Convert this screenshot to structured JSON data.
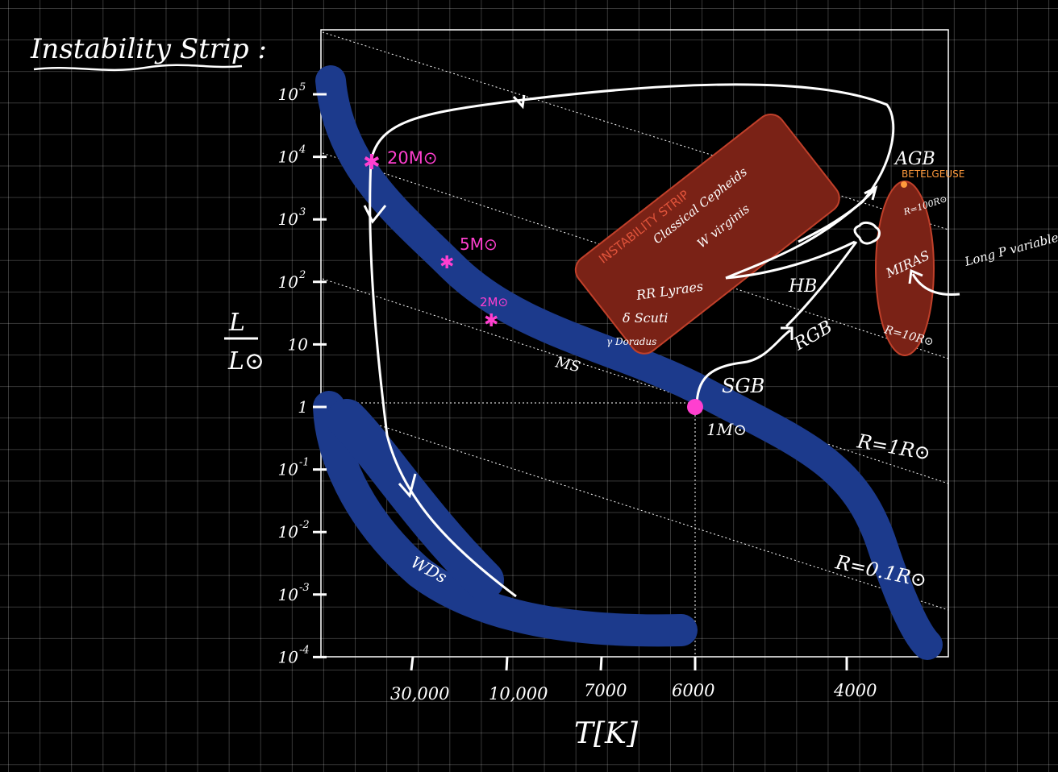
{
  "title": "Instability Strip :",
  "y_axis": {
    "numerator": "L",
    "denominator": "L⊙",
    "ticks": [
      {
        "base": "10",
        "exp": "5"
      },
      {
        "base": "10",
        "exp": "4"
      },
      {
        "base": "10",
        "exp": "3"
      },
      {
        "base": "10",
        "exp": "2"
      },
      {
        "base": "10",
        "exp": ""
      },
      {
        "base": "1",
        "exp": ""
      },
      {
        "base": "10",
        "exp": "-1"
      },
      {
        "base": "10",
        "exp": "-2"
      },
      {
        "base": "10",
        "exp": "-3"
      },
      {
        "base": "10",
        "exp": "-4"
      }
    ]
  },
  "x_axis": {
    "label": "T[K]",
    "ticks": [
      "30,000",
      "10,000",
      "7000",
      "6000",
      "4000"
    ]
  },
  "labels": {
    "m20": "20M⊙",
    "m5": "5M⊙",
    "m2": "2M⊙",
    "m1": "1M⊙",
    "ms": "MS",
    "wds": "WDs",
    "sgb": "SGB",
    "rgb": "RGB",
    "hb": "HB",
    "agb": "AGB",
    "betelgeuse": "BETELGEUSE",
    "miras": "MIRAS",
    "long_p": "Long P variables",
    "r100": "R=100R⊙",
    "r10": "R=10R⊙",
    "r1": "R=1R⊙",
    "r01": "R=0.1R⊙",
    "strip_title": "INSTABILITY STRIP",
    "cepheids": "Classical Cepheids",
    "w_virginis": "W virginis",
    "rr_lyrae": "RR Lyraes",
    "delta_scuti": "δ Scuti",
    "gamma_doradus": "γ Doradus"
  },
  "colors": {
    "background": "#000000",
    "grid": "#555555",
    "band": "#1c3a8c",
    "strip": "#7a2216",
    "strip_text": "#e0533a",
    "marker": "#ff3fcf",
    "betelgeuse": "#ff9a3c",
    "ink": "#ffffff"
  }
}
